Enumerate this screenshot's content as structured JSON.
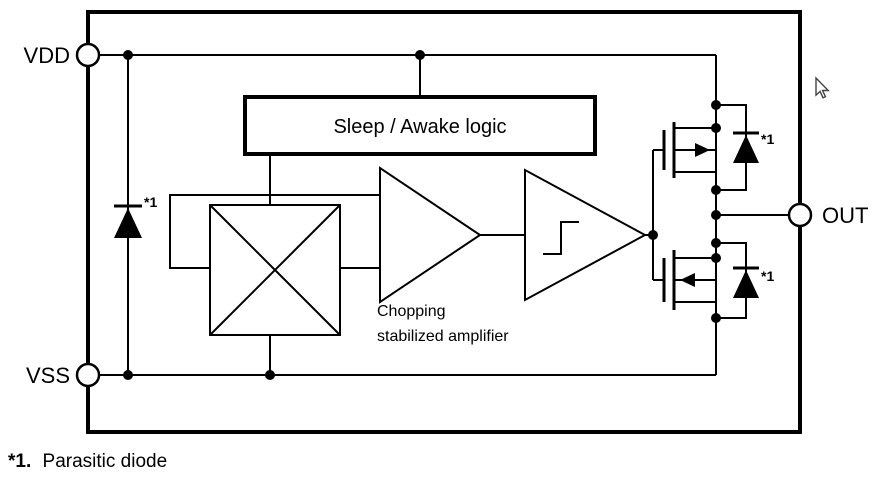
{
  "diagram": {
    "pins": {
      "vdd": "VDD",
      "vss": "VSS",
      "out": "OUT"
    },
    "blocks": {
      "sleep_awake_label": "Sleep / Awake logic",
      "amplifier_label_line1": "Chopping",
      "amplifier_label_line2": "stabilized amplifier"
    },
    "notes": {
      "marker": "*1",
      "footnote_marker": "*1.",
      "footnote_text": "Parasitic diode"
    },
    "colors": {
      "line": "#000000",
      "background": "#ffffff"
    }
  }
}
